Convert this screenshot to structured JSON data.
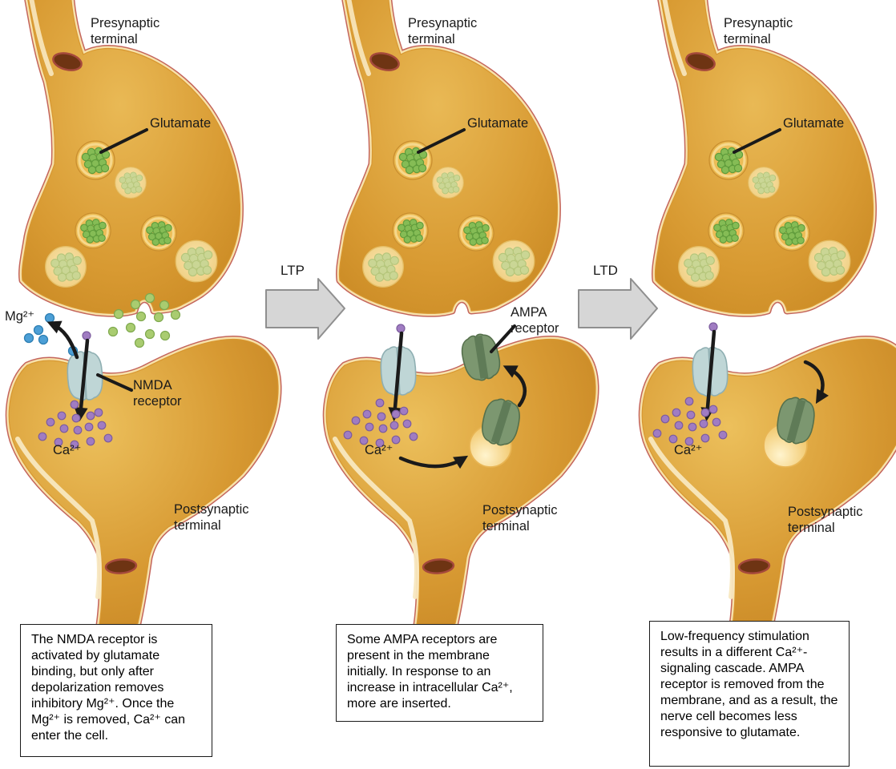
{
  "figure": {
    "panels": [
      {
        "presynaptic_label": "Presynaptic terminal",
        "glutamate_label": "Glutamate",
        "mg_ion_label": "Mg²⁺",
        "receptor_label": "NMDA receptor",
        "ca_ion_label": "Ca²⁺",
        "postsynaptic_label": "Postsynaptic terminal",
        "caption": "The NMDA receptor is activated by glutamate binding, but only after depolarization removes inhibitory Mg²⁺. Once the Mg²⁺ is removed, Ca²⁺ can enter the cell."
      },
      {
        "presynaptic_label": "Presynaptic terminal",
        "glutamate_label": "Glutamate",
        "receptor_label": "AMPA receptor",
        "ca_ion_label": "Ca²⁺",
        "postsynaptic_label": "Postsynaptic terminal",
        "caption": "Some AMPA receptors are present in the membrane initially. In response to an increase in intracellular Ca²⁺, more are inserted."
      },
      {
        "presynaptic_label": "Presynaptic terminal",
        "glutamate_label": "Glutamate",
        "ca_ion_label": "Ca²⁺",
        "postsynaptic_label": "Postsynaptic terminal",
        "caption": "Low-frequency stimulation results in a different Ca²⁺-signaling cascade. AMPA receptor is removed from the membrane, and as a result, the nerve cell becomes less responsive to glutamate."
      }
    ],
    "transitions": [
      {
        "label": "LTP"
      },
      {
        "label": "LTD"
      }
    ],
    "colors": {
      "terminal_fill": "#d89a32",
      "membrane_band": "#f7e2ab",
      "membrane_outline": "#c4655c",
      "glutamate_green": "#85bc55",
      "calcium_purple": "#9f7cc0",
      "magnesium_blue": "#4c9fd6",
      "nmda_receptor": "#bfd6d6",
      "ampa_receptor": "#7c9770",
      "transition_arrow": "#d6d6d6"
    }
  }
}
